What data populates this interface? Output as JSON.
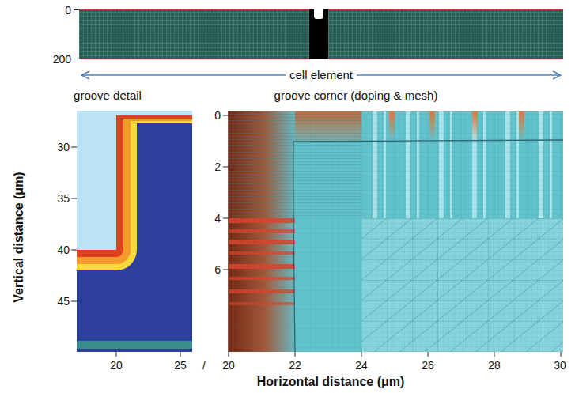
{
  "diagram": {
    "labels": [
      "0",
      "200",
      "cell element",
      "groove detail",
      "groove corner (doping & mesh)",
      "Vertical distance (μm)",
      "30",
      "35",
      "40",
      "45",
      "0",
      "2",
      "4",
      "6",
      "20",
      "25",
      "/",
      "20",
      "22",
      "24",
      "26",
      "28",
      "30",
      "Horizontal distance (μm)"
    ]
  }
}
